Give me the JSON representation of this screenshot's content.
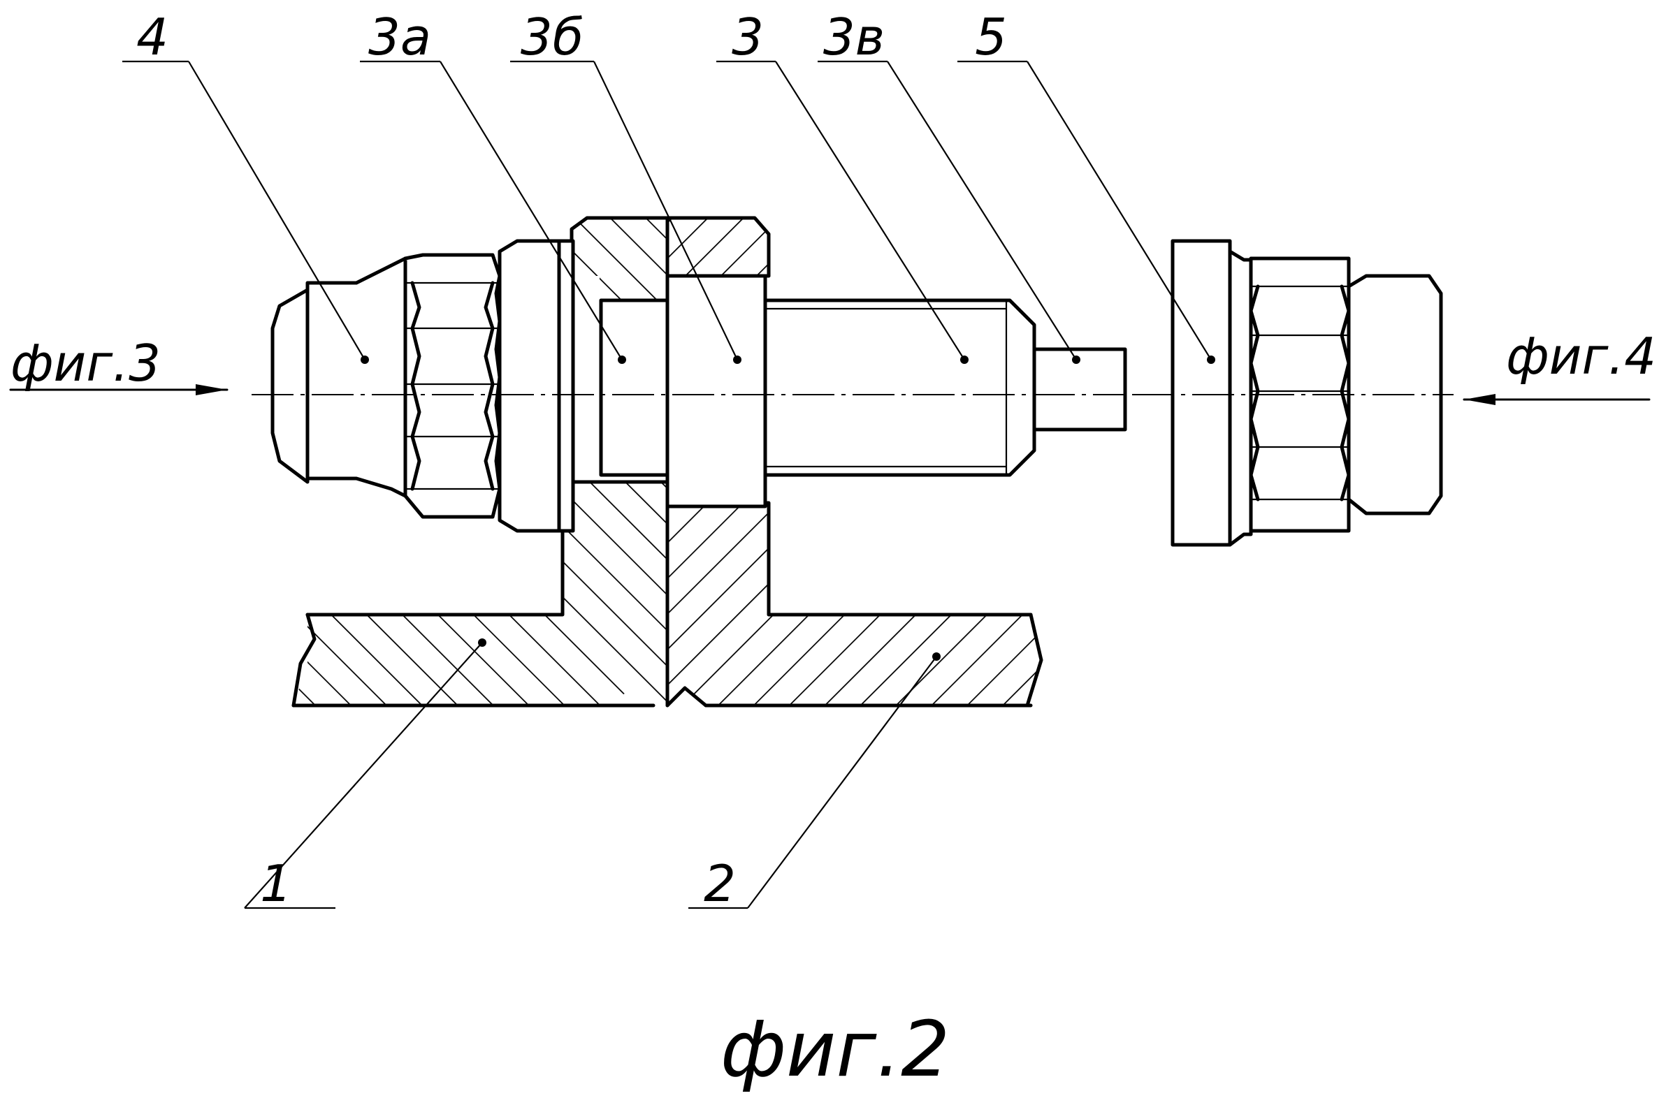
{
  "figure": {
    "caption": "фиг.2",
    "view_label_left": "фиг.3",
    "view_label_right": "фиг.4"
  },
  "labels": {
    "item_4": "4",
    "item_3a": "3а",
    "item_3b": "3б",
    "item_3": "3",
    "item_3v": "3в",
    "item_5": "5",
    "item_1": "1",
    "item_2": "2"
  }
}
